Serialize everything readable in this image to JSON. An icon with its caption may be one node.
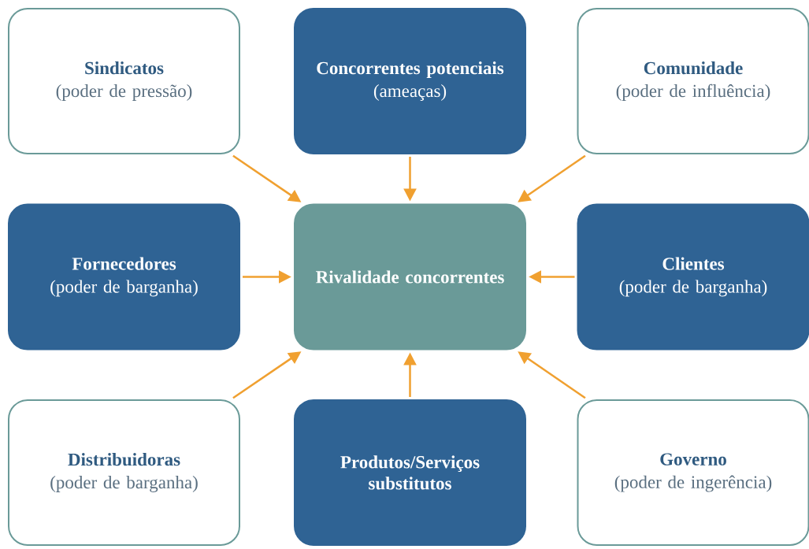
{
  "diagram": {
    "nodes": [
      {
        "text": [
          "Sindicatos",
          "(poder de pressão)"
        ]
      },
      {
        "text": [
          "Concorrentes potenciais",
          "(ameaças)"
        ]
      },
      {
        "text": [
          "Comunidade",
          "(poder de influência)"
        ]
      },
      {
        "text": [
          "Fornecedores",
          "(poder de barganha)"
        ]
      },
      {
        "text": [
          "Rivalidade concorrentes"
        ]
      },
      {
        "text": [
          "Clientes",
          "(poder de barganha)"
        ]
      },
      {
        "text": [
          "Distribuidoras",
          "(poder de barganha)"
        ]
      },
      {
        "text": [
          "Produtos/Serviços substitutos"
        ]
      },
      {
        "text": [
          "Governo",
          "(poder de ingerência)"
        ]
      }
    ],
    "edges": [
      {
        "from": 0,
        "to": 4,
        "arrow": "to"
      },
      {
        "from": 1,
        "to": 4,
        "arrow": "to"
      },
      {
        "from": 2,
        "to": 4,
        "arrow": "to"
      },
      {
        "from": 3,
        "to": 4,
        "arrow": "to"
      },
      {
        "from": 5,
        "to": 4,
        "arrow": "to"
      },
      {
        "from": 6,
        "to": 4,
        "arrow": "to"
      },
      {
        "from": 7,
        "to": 4,
        "arrow": "to"
      },
      {
        "from": 8,
        "to": 4,
        "arrow": "to"
      }
    ]
  }
}
